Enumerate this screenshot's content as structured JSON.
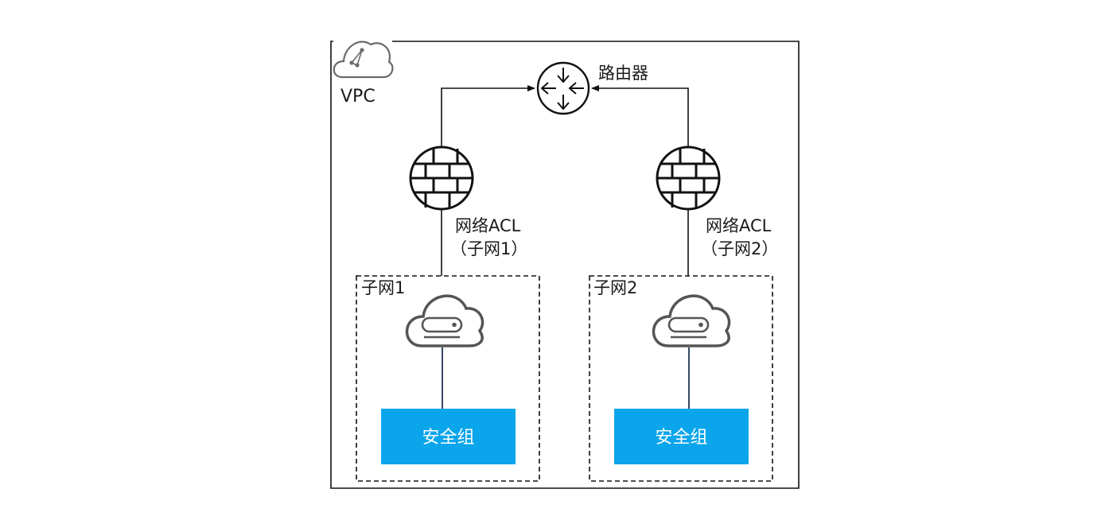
{
  "vpc": {
    "label": "VPC"
  },
  "router": {
    "label": "路由器"
  },
  "acl_left": {
    "line1": "网络ACL",
    "line2": "（子网1）"
  },
  "acl_right": {
    "line1": "网络ACL",
    "line2": "（子网2）"
  },
  "subnet_left": {
    "label": "子网1",
    "security_group": "安全组"
  },
  "subnet_right": {
    "label": "子网2",
    "security_group": "安全组"
  },
  "colors": {
    "security_group_fill": "#0ba5eb",
    "icon_stroke": "#555555",
    "connector_left_dark": "#1f3450"
  }
}
